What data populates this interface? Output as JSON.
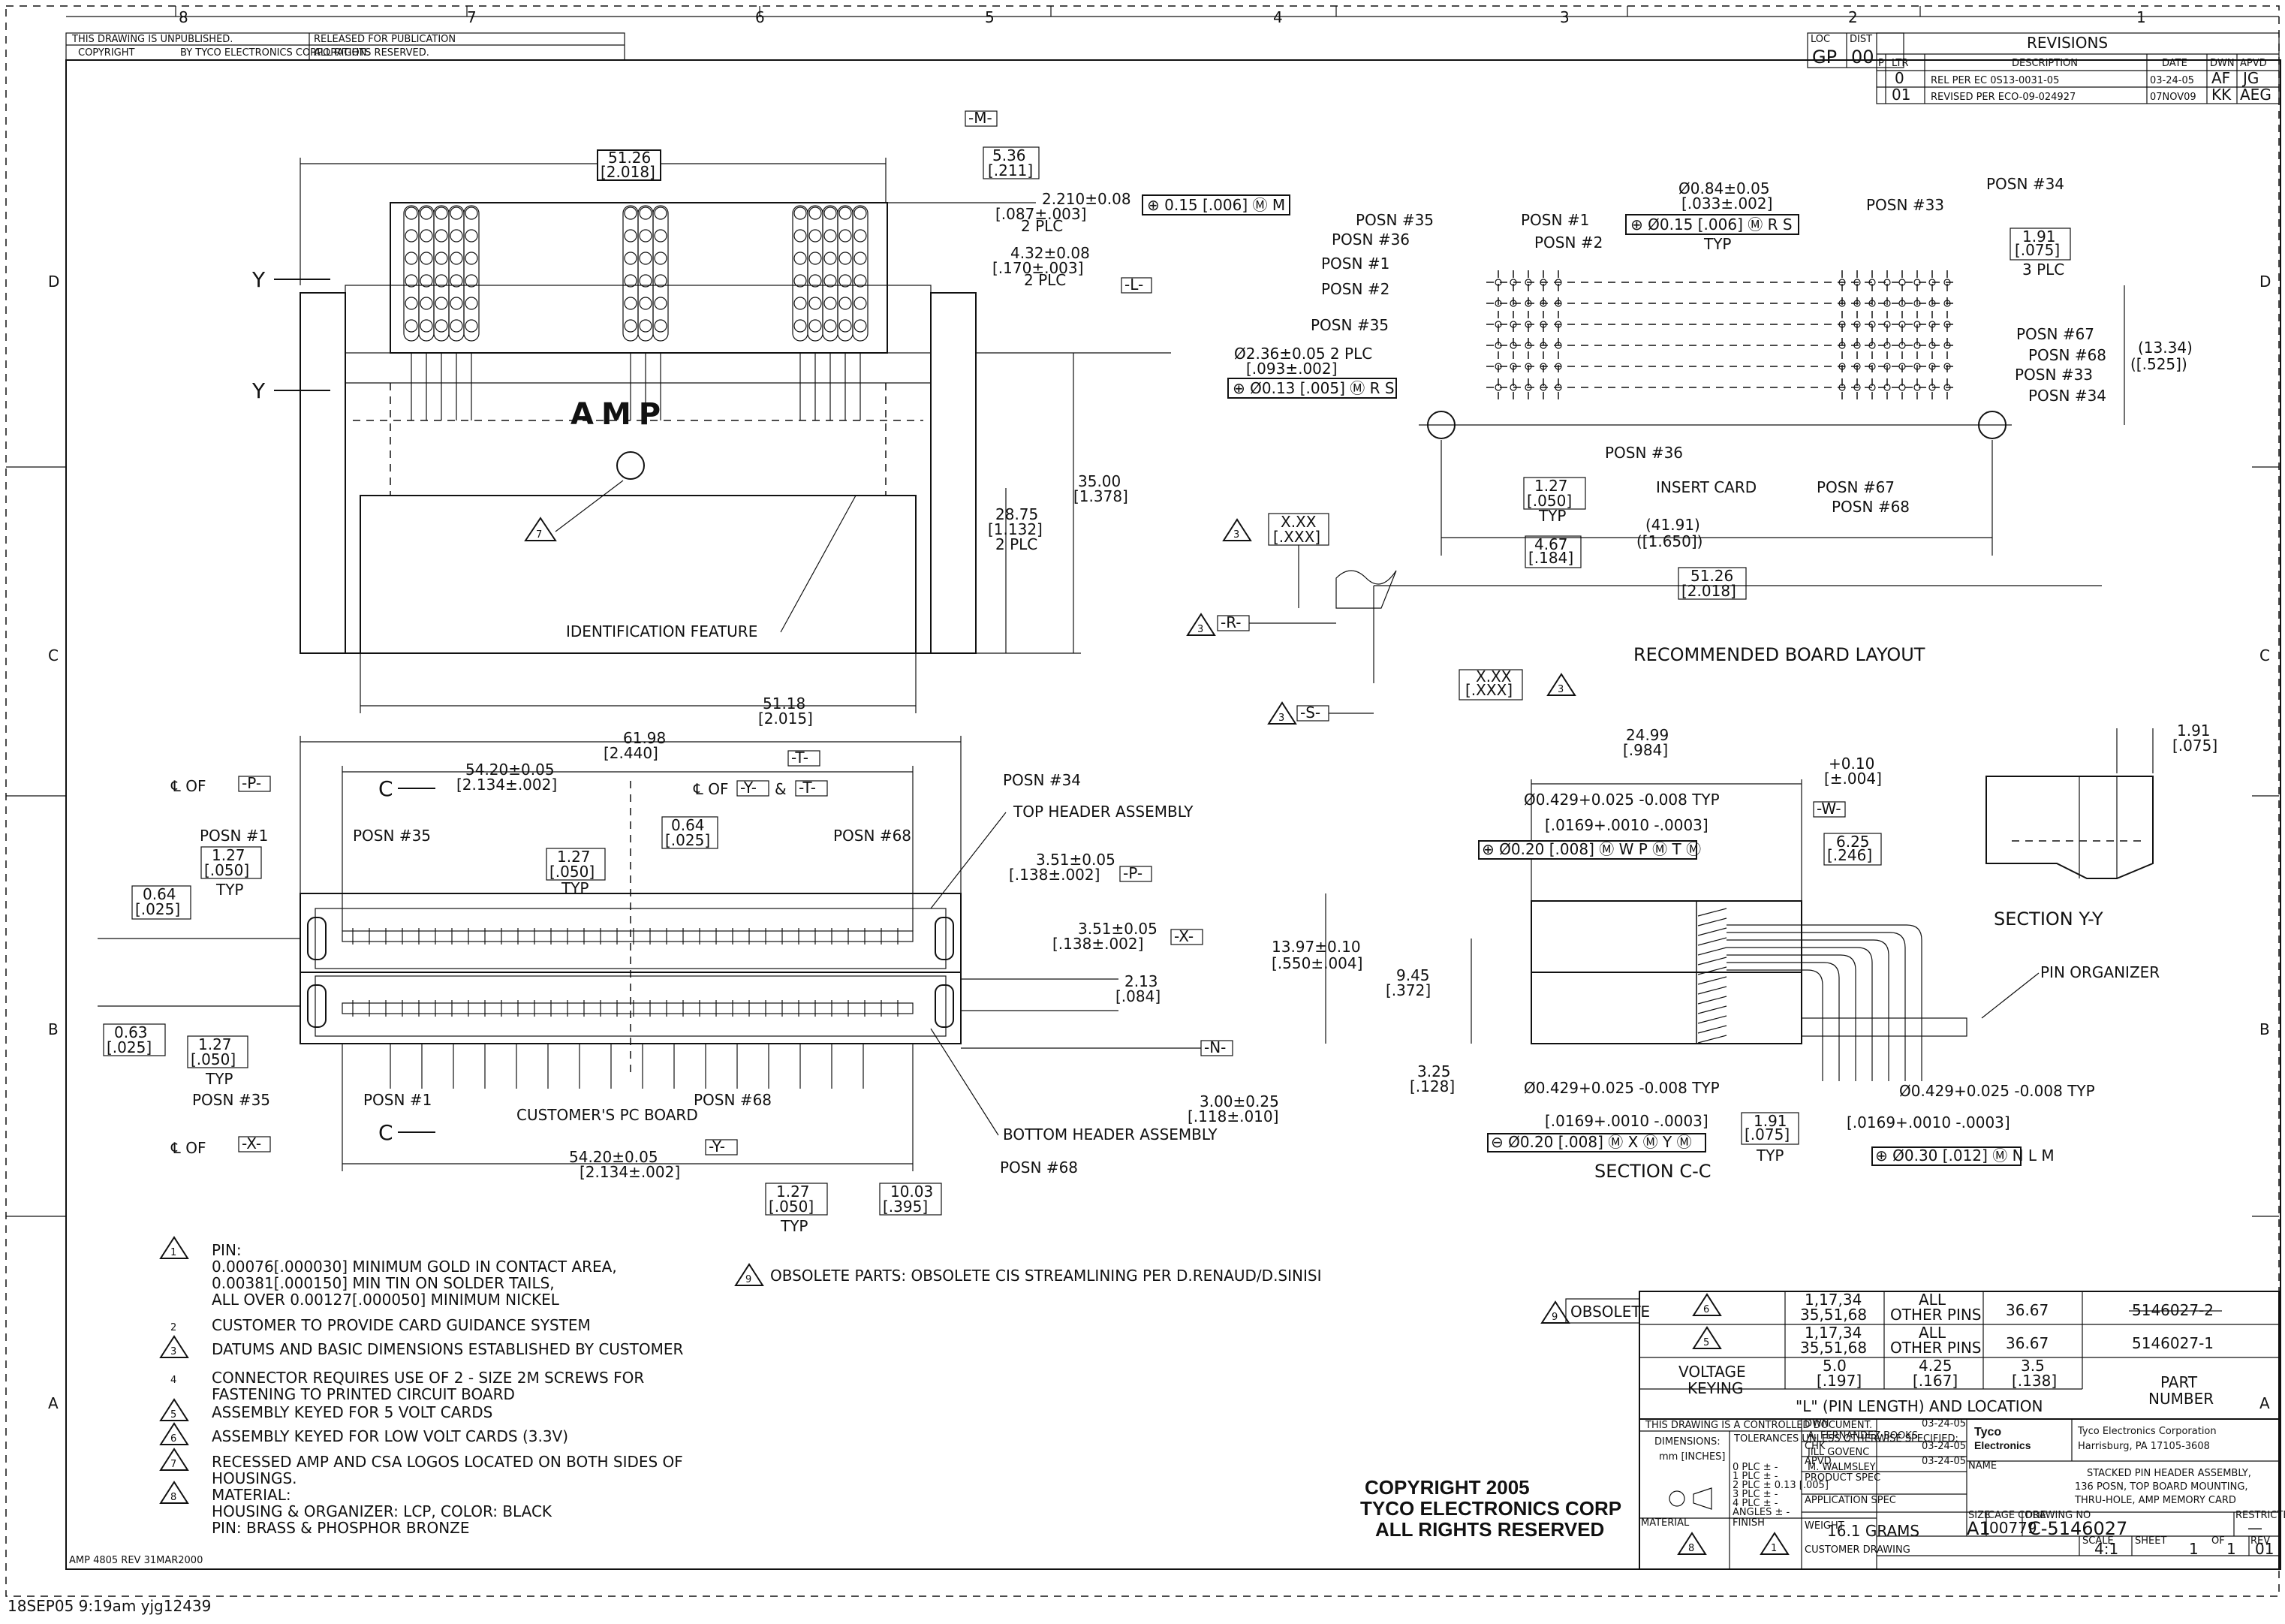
{
  "border": {
    "zones_top": [
      "8",
      "7",
      "6",
      "5",
      "4",
      "3",
      "2",
      "1"
    ],
    "zones_side": [
      "D",
      "C",
      "B",
      "A"
    ]
  },
  "header": {
    "unpublished": "THIS DRAWING IS UNPUBLISHED.",
    "copyright_small": "COPYRIGHT",
    "by_tyco": "BY TYCO ELECTRONICS CORPORATION.",
    "released": "RELEASED FOR PUBLICATION",
    "rights": "ALL RIGHTS RESERVED."
  },
  "revisions": {
    "title": "REVISIONS",
    "loc": "LOC",
    "dist": "DIST",
    "loc_val": "GP",
    "dist_val": "00",
    "cols": [
      "P",
      "LTR",
      "DESCRIPTION",
      "DATE",
      "DWN",
      "APVD"
    ],
    "rows": [
      {
        "ltr": "0",
        "desc": "REL PER EC 0S13-0031-05",
        "date": "03-24-05",
        "dwn": "AF",
        "apvd": "JG"
      },
      {
        "ltr": "01",
        "desc": "REVISED PER ECO-09-024927",
        "date": "07NOV09",
        "dwn": "KK",
        "apvd": "AEG"
      }
    ]
  },
  "top_view": {
    "dim_width": "51.26",
    "dim_width_in": "[2.018]",
    "dim_536": "5.36",
    "dim_536_in": "[.211]",
    "datum_m": "-M-",
    "dim_221": "2.210±0.08",
    "dim_221_in": "[.087±.003]",
    "dim_221_note": "2 PLC",
    "fcf_1": "⊕ 0.15 [.006] Ⓜ M",
    "dim_432": "4.32±0.08",
    "dim_432_in": "[.170±.003]",
    "dim_432_note": "2 PLC",
    "datum_l": "-L-",
    "y_label": "Y",
    "amp_logo": "AMP",
    "dim_35": "35.00",
    "dim_35_in": "[1.378]",
    "dim_2875": "28.75",
    "dim_2875_in": "[1.132]",
    "dim_2875_note": "2 PLC",
    "id_feature": "IDENTIFICATION FEATURE",
    "dim_5118": "51.18",
    "dim_5118_in": "[2.015]",
    "note7": "7"
  },
  "board_layout": {
    "title": "RECOMMENDED BOARD LAYOUT",
    "posn1": "POSN #1",
    "posn2": "POSN #2",
    "posn35": "POSN #35",
    "posn36": "POSN #36",
    "posn33": "POSN #33",
    "posn34": "POSN #34",
    "posn67": "POSN #67",
    "posn68": "POSN #68",
    "hole_dia": "Ø0.84±0.05",
    "hole_dia_in": "[.033±.002]",
    "hole_fcf": "⊕ Ø0.15 [.006] Ⓜ R S",
    "hole_typ": "TYP",
    "dim_191": "1.91",
    "dim_191_in": "[.075]",
    "dim_191_note": "3 PLC",
    "dim_1334": "(13.34)",
    "dim_1334_in": "([.525])",
    "dim_236": "Ø2.36±0.05 2 PLC",
    "dim_236_in": "[.093±.002]",
    "fcf_236": "⊕ Ø0.13 [.005] Ⓜ R S",
    "dim_127": "1.27",
    "dim_127_in": "[.050]",
    "typ": "TYP",
    "insert_card": "INSERT CARD",
    "xx": "X.XX",
    "xxx": "[.XXX]",
    "note3": "3",
    "dim_467": "4.67",
    "dim_467_in": "[.184]",
    "dim_4191": "(41.91)",
    "dim_4191_in": "([1.650])",
    "dim_5126": "51.26",
    "dim_5126_in": "[2.018]",
    "datum_r": "-R-",
    "datum_s": "-S-"
  },
  "front_view": {
    "dim_6198": "61.98",
    "dim_6198_in": "[2.440]",
    "dim_5420": "54.20±0.05",
    "dim_5420_in": "[2.134±.002]",
    "datum_t": "-T-",
    "datum_p": "-P-",
    "datum_x": "-X-",
    "datum_y": "-Y-",
    "datum_n": "-N-",
    "cl_p": "℄ OF",
    "cl_yt": "℄ OF",
    "amp": "&",
    "c_label": "C",
    "posn1": "POSN #1",
    "posn35": "POSN #35",
    "posn68": "POSN #68",
    "posn34": "POSN #34",
    "top_header": "TOP HEADER ASSEMBLY",
    "bottom_header": "BOTTOM HEADER ASSEMBLY",
    "dim_127": "1.27",
    "dim_127_in": "[.050]",
    "typ": "TYP",
    "dim_064": "0.64",
    "dim_064_in": "[.025]",
    "dim_063": "0.63",
    "dim_063_in": "[.025]",
    "dim_351a": "3.51±0.05",
    "dim_351a_in": "[.138±.002]",
    "dim_351b": "3.51±0.05",
    "dim_351b_in": "[.138±.002]",
    "dim_213": "2.13",
    "dim_213_in": "[.084]",
    "dim_300": "3.00±0.25",
    "dim_300_in": "[.118±.010]",
    "customer_pcb": "CUSTOMER'S PC BOARD",
    "dim_1003": "10.03",
    "dim_1003_in": "[.395]"
  },
  "section_cc": {
    "title": "SECTION C-C",
    "dim_2499": "24.99",
    "dim_2499_in": "[.984]",
    "dim_010": "+0.10",
    "dim_010_in": "[±.004]",
    "pin1": "Ø0.429+0.025 -0.008 TYP",
    "pin1_in": "[.0169+.0010 -.0003]",
    "fcf_a": "⊕ Ø0.20 [.008] Ⓜ W P Ⓜ T Ⓜ",
    "datum_w": "-W-",
    "dim_625": "6.25",
    "dim_625_in": "[.246]",
    "dim_1397": "13.97±0.10",
    "dim_1397_in": "[.550±.004]",
    "dim_945": "9.45",
    "dim_945_in": "[.372]",
    "dim_325": "3.25",
    "dim_325_in": "[.128]",
    "pin2": "Ø0.429+0.025 -0.008 TYP",
    "pin2_in": "[.0169+.0010 -.0003]",
    "fcf_b": "⊖ Ø0.20 [.008] Ⓜ X Ⓜ Y Ⓜ",
    "dim_191": "1.91",
    "dim_191_in": "[.075]",
    "typ": "TYP",
    "pin3": "Ø0.429+0.025 -0.008 TYP",
    "pin3_in": "[.0169+.0010 -.0003]",
    "fcf_c": "⊕ Ø0.30 [.012] Ⓜ N L M"
  },
  "section_yy": {
    "title": "SECTION Y-Y",
    "dim_191": "1.91",
    "dim_191_in": "[.075]",
    "pin_org": "PIN ORGANIZER"
  },
  "notes": [
    {
      "num": "1",
      "tri": true,
      "text": [
        "PIN:",
        "0.00076[.000030] MINIMUM GOLD IN CONTACT AREA,",
        "0.00381[.000150] MIN TIN ON SOLDER TAILS,",
        "ALL OVER 0.00127[.000050] MINIMUM NICKEL"
      ]
    },
    {
      "num": "2",
      "tri": false,
      "text": [
        "CUSTOMER TO PROVIDE CARD GUIDANCE SYSTEM"
      ]
    },
    {
      "num": "3",
      "tri": true,
      "text": [
        "DATUMS AND BASIC DIMENSIONS ESTABLISHED BY CUSTOMER"
      ]
    },
    {
      "num": "4",
      "tri": false,
      "text": [
        "CONNECTOR REQUIRES USE OF 2 - SIZE 2M SCREWS FOR",
        "FASTENING TO PRINTED CIRCUIT BOARD"
      ]
    },
    {
      "num": "5",
      "tri": true,
      "text": [
        "ASSEMBLY KEYED FOR 5 VOLT CARDS"
      ]
    },
    {
      "num": "6",
      "tri": true,
      "text": [
        "ASSEMBLY KEYED FOR LOW VOLT CARDS (3.3V)"
      ]
    },
    {
      "num": "7",
      "tri": true,
      "text": [
        "RECESSED AMP AND CSA LOGOS LOCATED ON BOTH SIDES OF",
        "HOUSINGS."
      ]
    },
    {
      "num": "8",
      "tri": true,
      "text": [
        "MATERIAL:",
        "HOUSING & ORGANIZER: LCP, COLOR: BLACK",
        "PIN: BRASS & PHOSPHOR BRONZE"
      ]
    }
  ],
  "note9": {
    "num": "9",
    "text": "OBSOLETE PARTS: OBSOLETE CIS STREAMLINING PER D.RENAUD/D.SINISI"
  },
  "keying_table": {
    "obsolete": "OBSOLETE",
    "note9": "9",
    "rows": [
      {
        "key": "6",
        "pos": [
          "1,17,34",
          "35,51,68"
        ],
        "other": [
          "ALL",
          "OTHER PINS"
        ],
        "len": "36.67",
        "pn": "5146027-2",
        "strike": true
      },
      {
        "key": "5",
        "pos": [
          "1,17,34",
          "35,51,68"
        ],
        "other": [
          "ALL",
          "OTHER PINS"
        ],
        "len": "36.67",
        "pn": "5146027-1",
        "strike": false
      }
    ],
    "voltage": [
      "VOLTAGE",
      "KEYING"
    ],
    "sub": [
      [
        "5.0",
        "[.197]"
      ],
      [
        "4.25",
        "[.167]"
      ],
      [
        "3.5",
        "[.138]"
      ]
    ],
    "part_number": [
      "PART",
      "NUMBER"
    ],
    "pin_length": "\"L\" (PIN LENGTH) AND LOCATION"
  },
  "title_block": {
    "controlled": "THIS DRAWING IS A CONTROLLED DOCUMENT.",
    "dwn_label": "DWN",
    "dwn": "A. FERNANDEZ-BOOKS",
    "dwn_date": "03-24-05",
    "chk_label": "CHK",
    "chk": "JILL GOVENC",
    "chk_date": "03-24-05",
    "appd_label": "APVD",
    "appd": "M. WALMSLEY",
    "appd_date": "03-24-05",
    "dimensions": "DIMENSIONS:",
    "mm_inches": "mm [INCHES]",
    "tolerances": "TOLERANCES UNLESS OTHERWISE SPECIFIED:",
    "tol_rows": [
      "0 PLC ±  -",
      "1 PLC ±  -",
      "2 PLC ± 0.13 [.005]",
      "3 PLC ±  -",
      "4 PLC ±  -",
      "ANGLES ±  -"
    ],
    "product_spec": "PRODUCT SPEC",
    "application_spec": "APPLICATION SPEC",
    "weight_label": "WEIGHT",
    "weight": "16.1 GRAMS",
    "customer_drawing": "CUSTOMER DRAWING",
    "material": "MATERIAL",
    "finish": "FINISH",
    "mat_note": "8",
    "fin_note": "1",
    "company": "Tyco Electronics Corporation",
    "address": "Harrisburg, PA 17105-3608",
    "logo_top": "Tyco",
    "logo_bottom": "Electronics",
    "name_label": "NAME",
    "name": [
      "STACKED PIN HEADER ASSEMBLY,",
      "136 POSN, TOP BOARD MOUNTING,",
      "THRU-HOLE, AMP MEMORY CARD"
    ],
    "size_label": "SIZE",
    "size": "A1",
    "cage_label": "CAGE CODE",
    "cage": "00779",
    "dwg_label": "DRAWING NO",
    "dwg": "C-5146027",
    "restricted": "RESTRICTED TO",
    "restricted_val": "—",
    "scale_label": "SCALE",
    "scale": "4:1",
    "sheet_label": "SHEET",
    "sheet": "1",
    "of": "OF",
    "sheets": "1",
    "rev_label": "REV",
    "rev": "01",
    "amp_form": "AMP 4805 REV 31MAR2000"
  },
  "copyright": [
    "COPYRIGHT 2005",
    "TYCO ELECTRONICS CORP",
    "ALL RIGHTS RESERVED"
  ],
  "plot_stamp": "18SEP05   9:19am   yjg12439"
}
